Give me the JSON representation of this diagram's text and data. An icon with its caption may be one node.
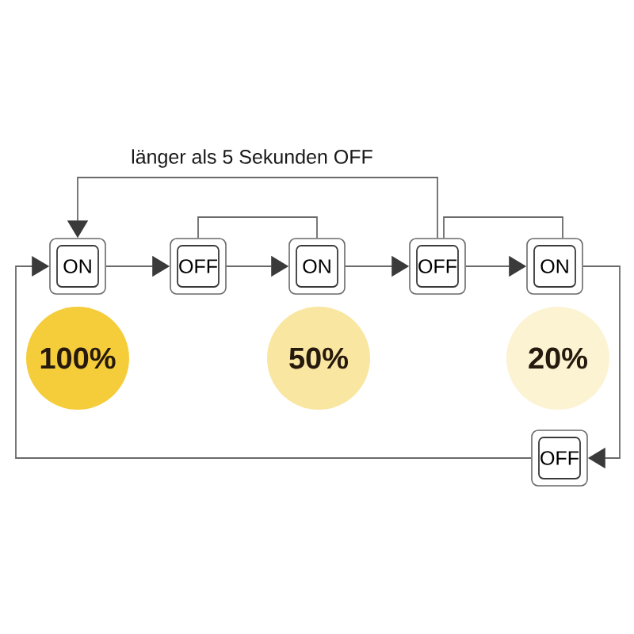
{
  "diagram": {
    "nodes": [
      {
        "text": [
          "ON"
        ]
      },
      {
        "text": [
          "OFF"
        ]
      },
      {
        "text": [
          "ON"
        ]
      },
      {
        "text": [
          "OFF"
        ]
      },
      {
        "text": [
          "ON"
        ]
      },
      {
        "text": [
          "100%"
        ]
      },
      {
        "text": [
          "50%"
        ]
      },
      {
        "text": [
          "20%"
        ]
      },
      {
        "text": [
          "OFF"
        ]
      }
    ],
    "edges": [
      {
        "from": 0,
        "to": 1,
        "arrow": "to"
      },
      {
        "from": 1,
        "to": 2,
        "arrow": "to"
      },
      {
        "from": 2,
        "to": 3,
        "arrow": "to"
      },
      {
        "from": 3,
        "to": 4,
        "arrow": "to"
      },
      {
        "from": 4,
        "to": 8,
        "arrow": "to"
      },
      {
        "from": 8,
        "to": 0,
        "arrow": "to"
      },
      {
        "from": 3,
        "to": 0,
        "arrow": "to",
        "label": "länger als 5 Sekunden OFF"
      },
      {
        "from": 1,
        "to": 2,
        "arrow": "none"
      },
      {
        "from": 3,
        "to": 4,
        "arrow": "none"
      }
    ]
  }
}
